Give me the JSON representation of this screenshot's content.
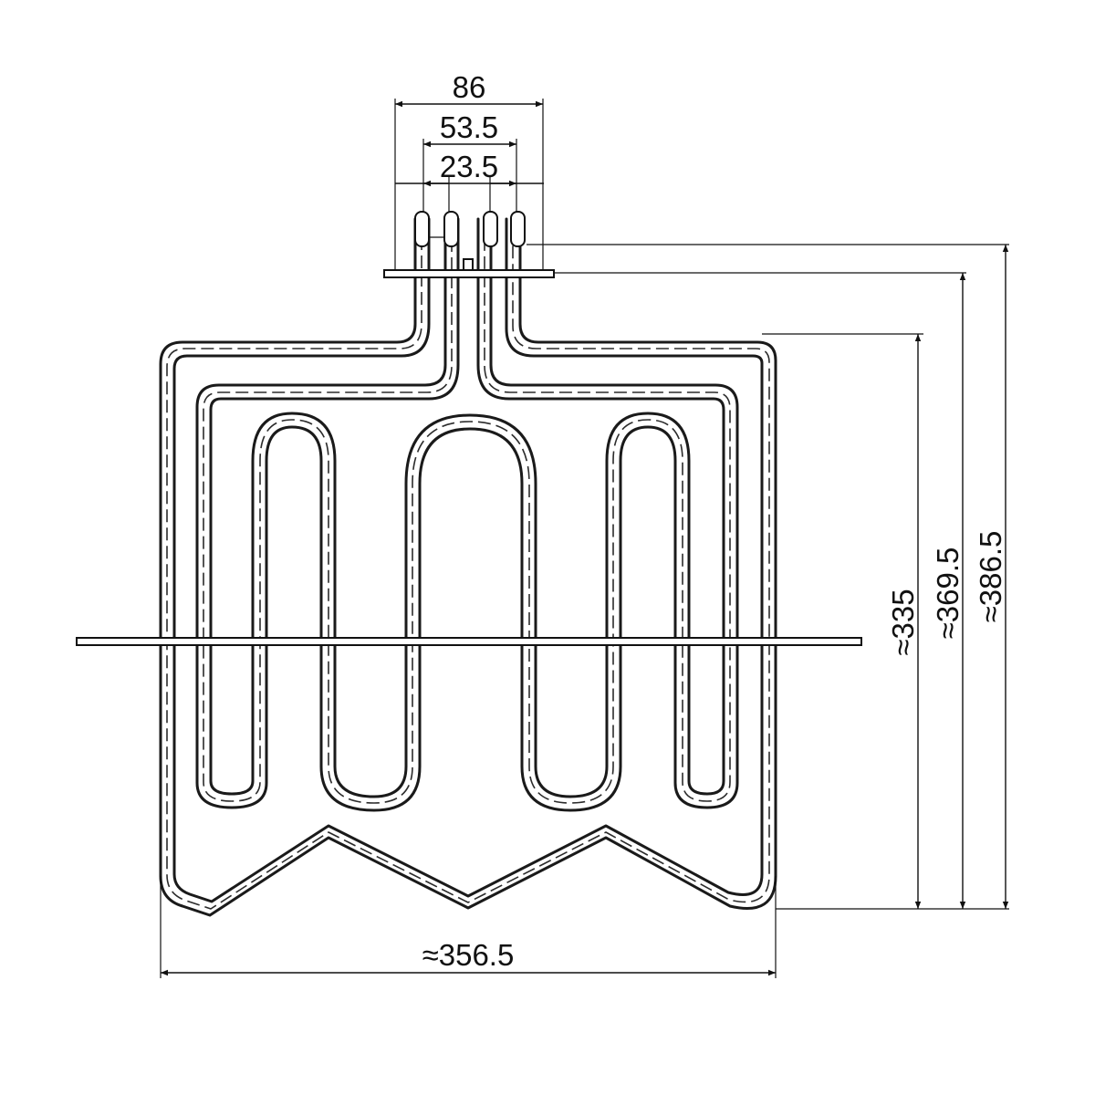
{
  "dimensions": {
    "width_total": "86",
    "width_mid": "53.5",
    "width_inner": "23.5",
    "height_element": "≈335",
    "height_to_flange": "≈369.5",
    "height_overall": "≈386.5",
    "width_element": "≈356.5"
  }
}
